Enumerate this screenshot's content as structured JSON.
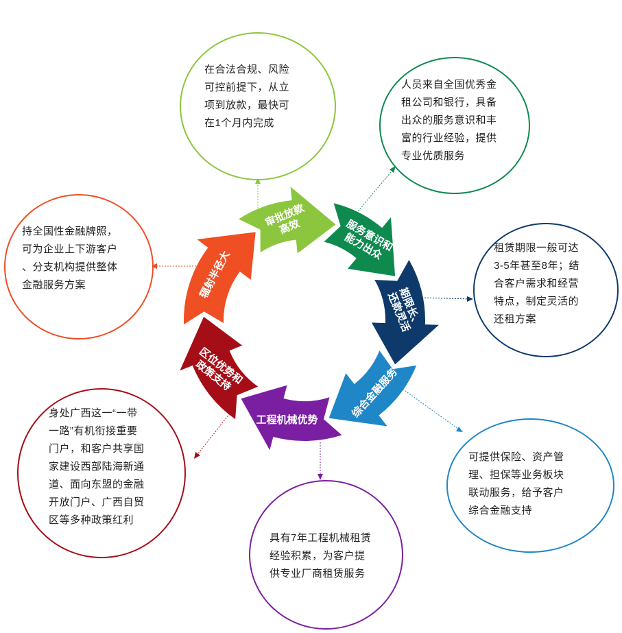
{
  "colors": {
    "approval": "#8CC63F",
    "service": "#0E8A4F",
    "term": "#0E3A6B",
    "finance": "#1F86C8",
    "machinery": "#7B1FA2",
    "location": "#A50E16",
    "coverage": "#F04E23"
  },
  "segments": [
    {
      "id": "approval",
      "label": "审批放款\n高效"
    },
    {
      "id": "service",
      "label": "服务意识和\n能力出众"
    },
    {
      "id": "term",
      "label": "期限长、\n还款灵活"
    },
    {
      "id": "finance",
      "label": "综合金融服务"
    },
    {
      "id": "machinery",
      "label": "工程机械优势"
    },
    {
      "id": "location",
      "label": "区位优势和\n政策支持"
    },
    {
      "id": "coverage",
      "label": "辐射半径大"
    }
  ],
  "descriptions": {
    "approval": "在合法合规、风险\n可控前提下，从立\n项到放款，最快可\n在1个月内完成",
    "service": "人员来自全国优秀金\n租公司和银行，具备\n出众的服务意识和丰\n富的行业经验，提供\n专业优质服务",
    "term": "租赁期限一般可达\n3-5年甚至8年；结\n合客户需求和经营\n特点，制定灵活的\n还租方案",
    "finance": "可提供保险、资产管\n理、担保等业务板块\n联动服务，给予客户\n综合金融支持",
    "machinery": "具有7年工程机械租赁\n经验积累，为客户提\n供专业厂商租赁服务",
    "location": "身处广西这一“一带\n一路”有机衔接重要\n门户，和客户共享国\n家建设西部陆海新通\n道、面向东盟的金融\n开放门户、广西自贸\n区等多种政策红利",
    "coverage": "持全国性金融牌照，\n可为企业上下游客户\n、分支机构提供整体\n金融服务方案"
  }
}
